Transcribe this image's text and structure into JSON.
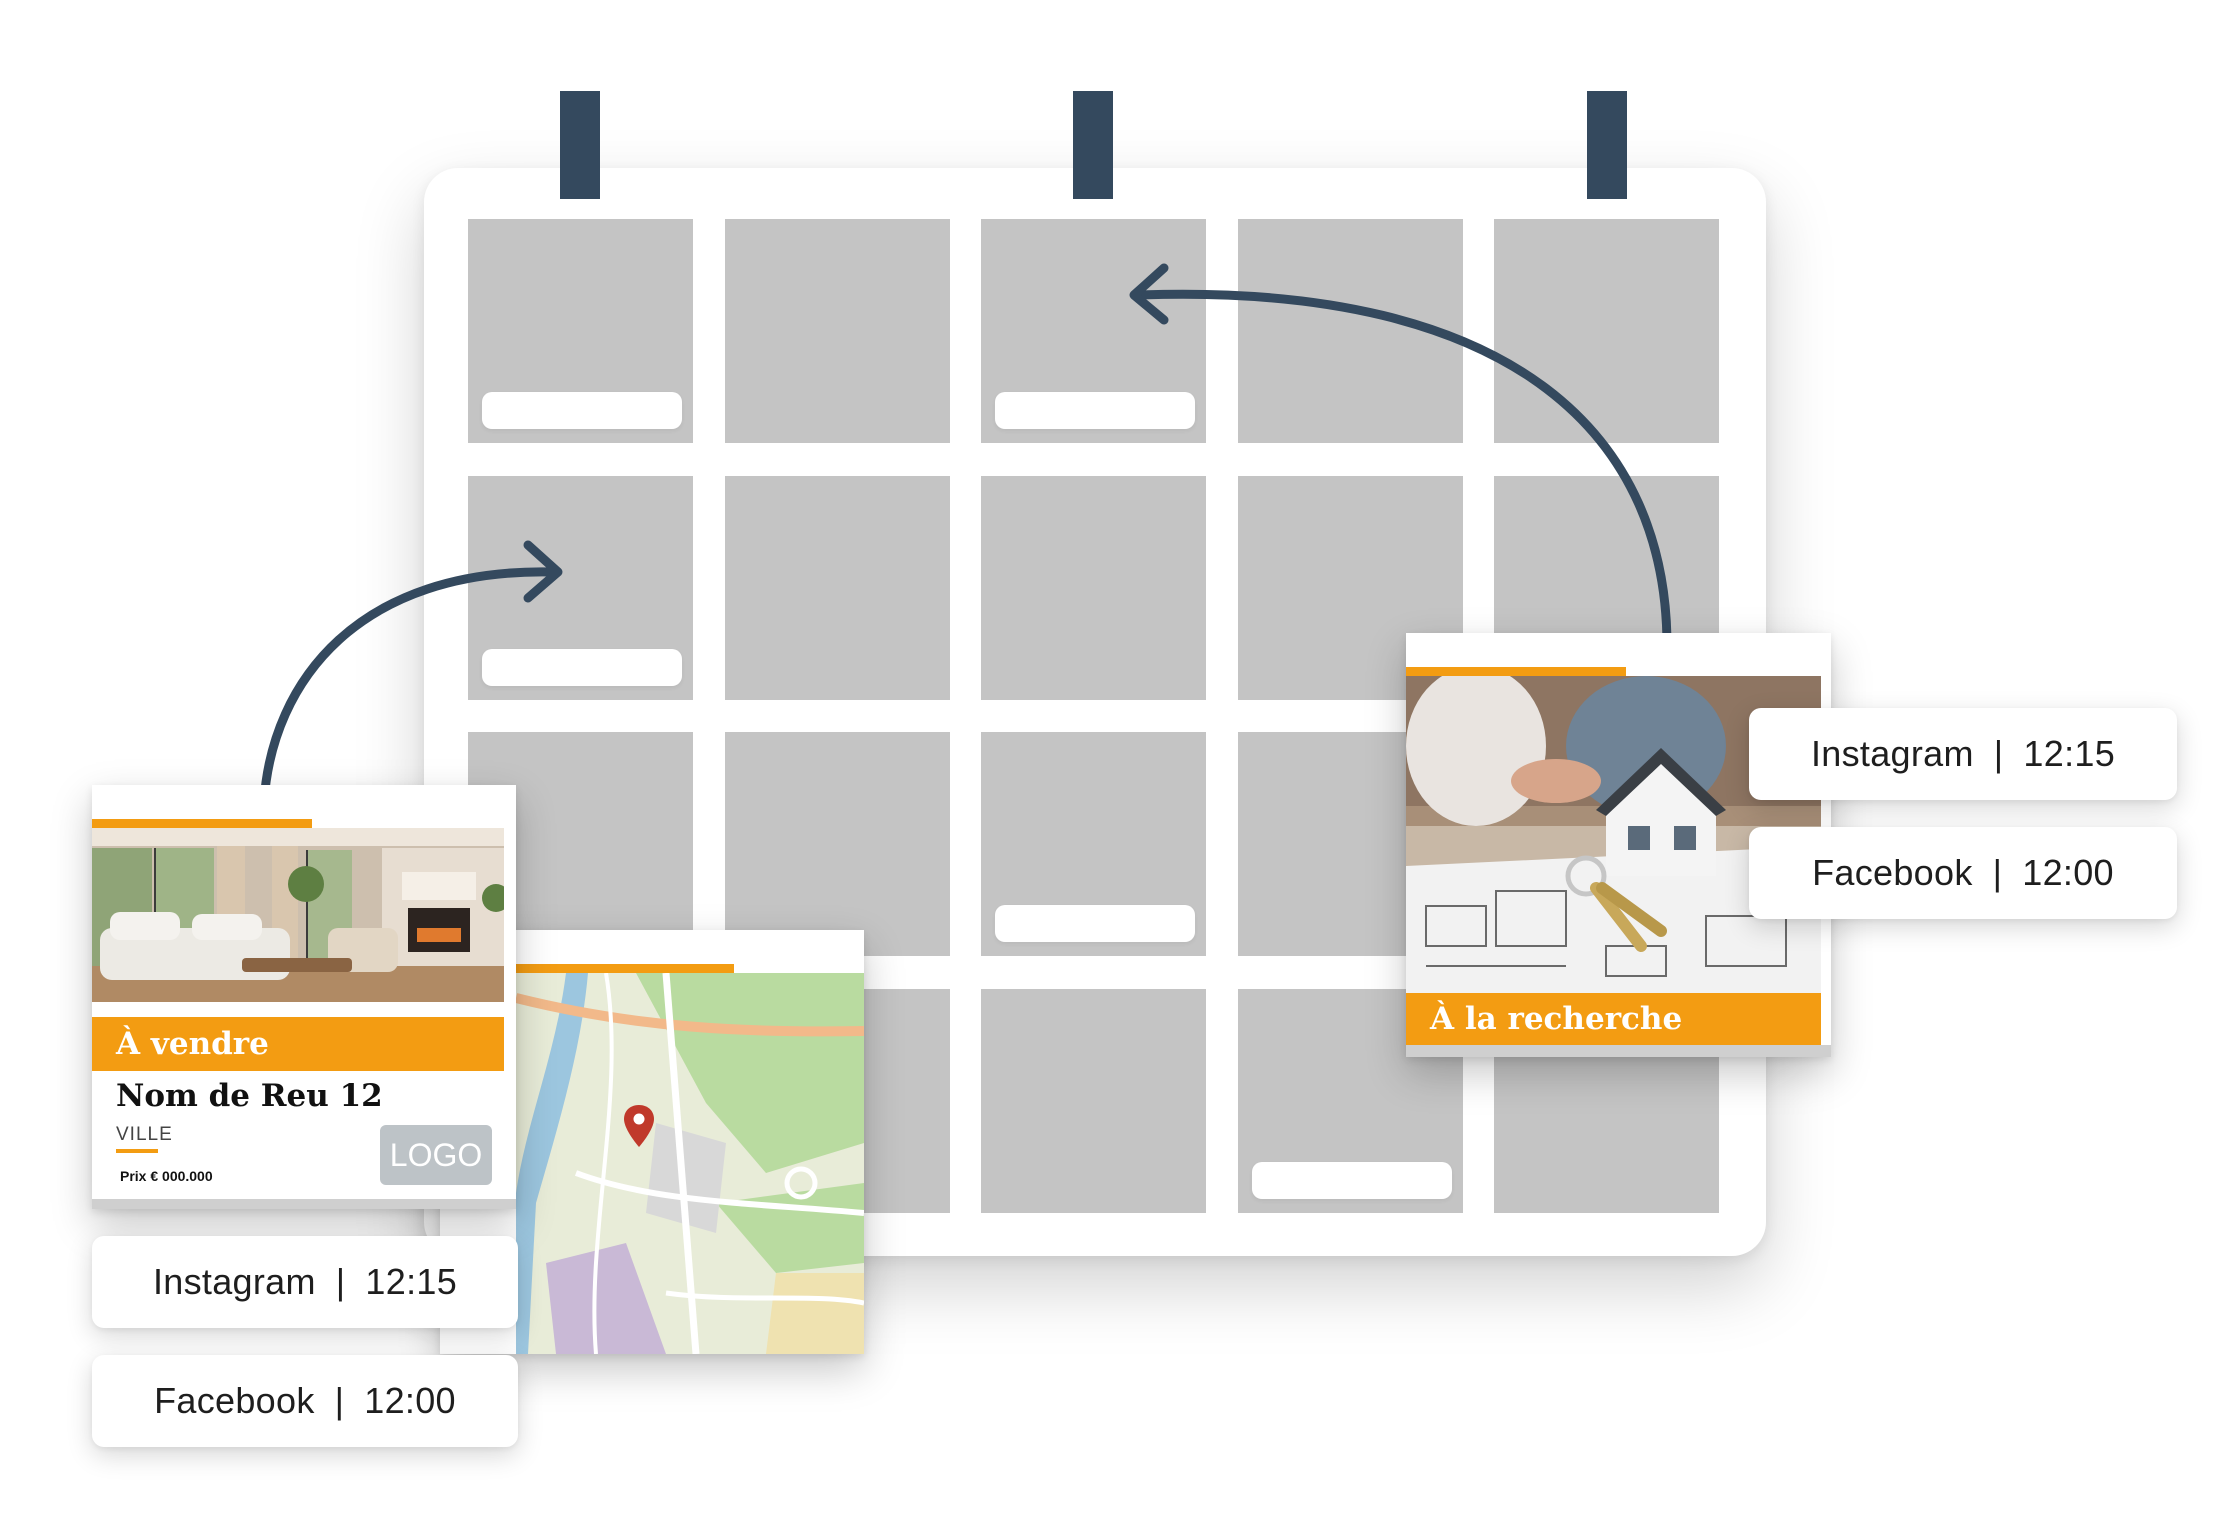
{
  "colors": {
    "accent": "#f39c12",
    "ring": "#34495e",
    "arrow": "#34495e",
    "cell": "#c4c4c4",
    "logo_box": "#bdc3c7"
  },
  "post_sale": {
    "banner": "À vendre",
    "street": "Nom de Reu 12",
    "city": "VILLE",
    "price": "Prix € 000.000",
    "logo": "LOGO"
  },
  "post_search": {
    "banner": "À la recherche"
  },
  "schedule_left": [
    {
      "platform": "Instagram",
      "sep": "|",
      "time": "12:15"
    },
    {
      "platform": "Facebook",
      "sep": "|",
      "time": "12:00"
    }
  ],
  "schedule_right": [
    {
      "platform": "Instagram",
      "sep": "|",
      "time": "12:15"
    },
    {
      "platform": "Facebook",
      "sep": "|",
      "time": "12:00"
    }
  ]
}
